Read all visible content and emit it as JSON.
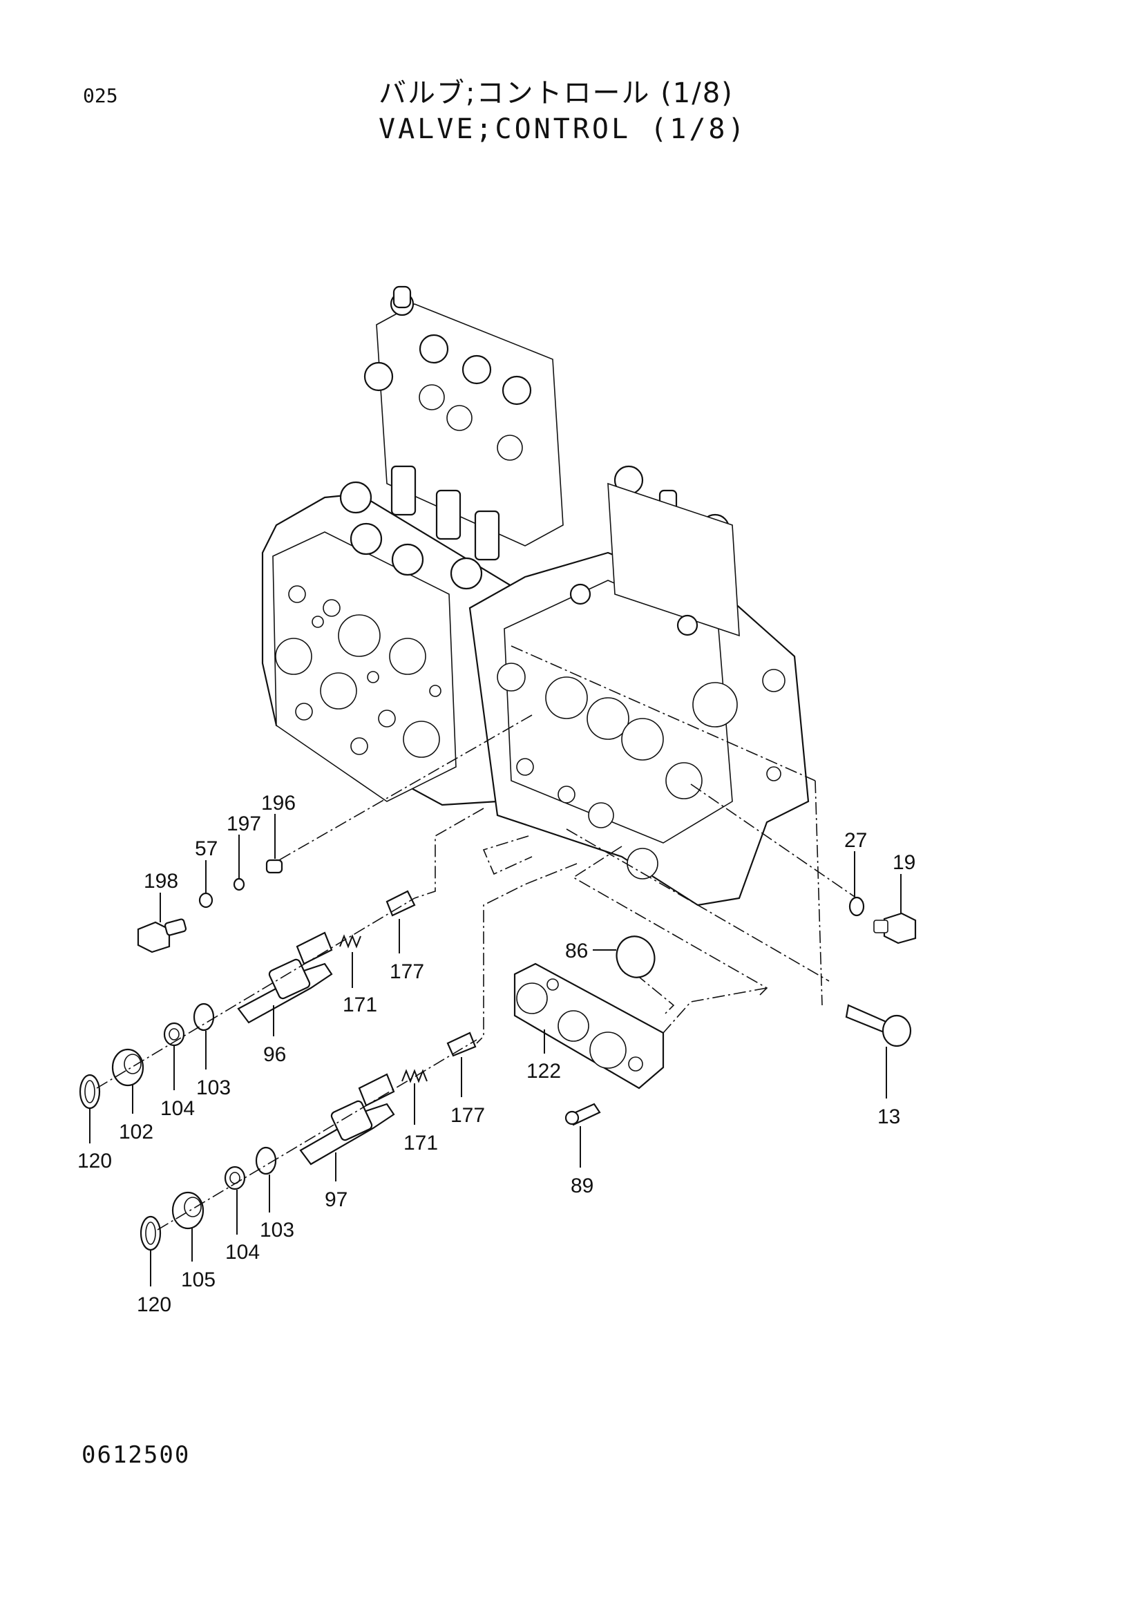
{
  "header": {
    "page_number": "025",
    "title_jp": "バルブ;コントロール (1/8)",
    "title_en": "VALVE;CONTROL (1/8)"
  },
  "footer": {
    "drawing_code": "0612500"
  },
  "callouts": [
    {
      "id": "c196",
      "label": "196"
    },
    {
      "id": "c197",
      "label": "197"
    },
    {
      "id": "c57",
      "label": "57"
    },
    {
      "id": "c198",
      "label": "198"
    },
    {
      "id": "c177a",
      "label": "177"
    },
    {
      "id": "c171a",
      "label": "171"
    },
    {
      "id": "c96",
      "label": "96"
    },
    {
      "id": "c103a",
      "label": "103"
    },
    {
      "id": "c104a",
      "label": "104"
    },
    {
      "id": "c102",
      "label": "102"
    },
    {
      "id": "c120a",
      "label": "120"
    },
    {
      "id": "c177b",
      "label": "177"
    },
    {
      "id": "c171b",
      "label": "171"
    },
    {
      "id": "c97",
      "label": "97"
    },
    {
      "id": "c103b",
      "label": "103"
    },
    {
      "id": "c104b",
      "label": "104"
    },
    {
      "id": "c105",
      "label": "105"
    },
    {
      "id": "c120b",
      "label": "120"
    },
    {
      "id": "c86",
      "label": "86"
    },
    {
      "id": "c122",
      "label": "122"
    },
    {
      "id": "c89",
      "label": "89"
    },
    {
      "id": "c27",
      "label": "27"
    },
    {
      "id": "c19",
      "label": "19"
    },
    {
      "id": "c13",
      "label": "13"
    }
  ]
}
